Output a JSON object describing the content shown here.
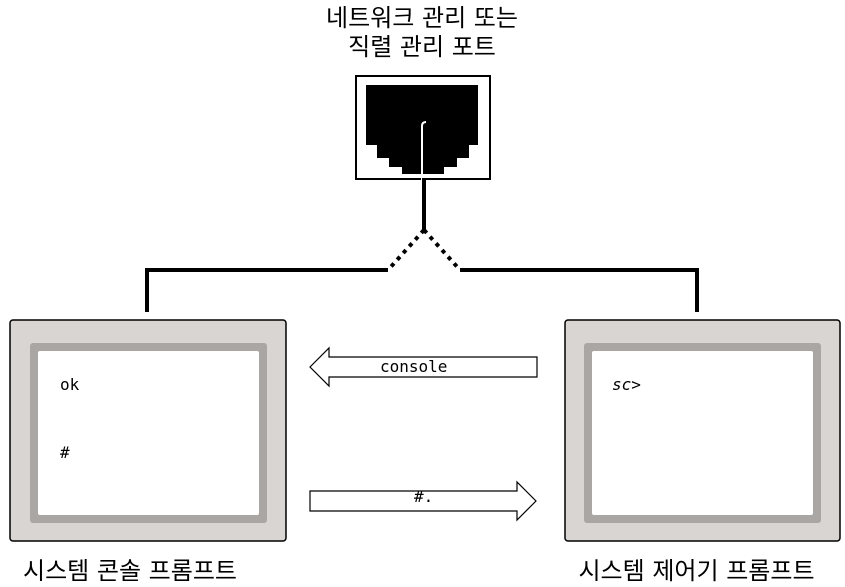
{
  "title": {
    "line1": "네트워크 관리 또는",
    "line2": "직렬 관리 포트"
  },
  "left_monitor": {
    "line1": "ok",
    "line2": "#",
    "caption": "시스템 콘솔 프롬프트"
  },
  "right_monitor": {
    "prompt": "sc>",
    "caption": "시스템 제어기 프롬프트"
  },
  "arrows": {
    "to_left": "console",
    "to_right": "#."
  },
  "colors": {
    "bezel": "#d9d5d3",
    "screen_border": "#a9a6a4",
    "line": "#000000"
  }
}
